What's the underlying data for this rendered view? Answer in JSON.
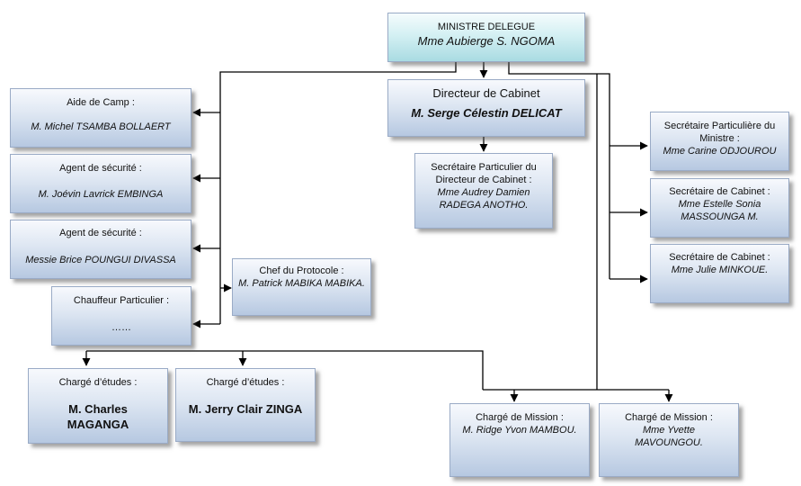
{
  "minister": {
    "title": "MINISTRE DELEGUE",
    "name": "Mme Aubierge S. NGOMA"
  },
  "directeur": {
    "title": "Directeur de Cabinet",
    "name": "M. Serge Célestin DELICAT"
  },
  "sec_dir": {
    "title": "Secrétaire Particulier du Directeur de Cabinet :",
    "name": "Mme Audrey Damien RADEGA ANOTHO."
  },
  "aide": {
    "title": "Aide de Camp :",
    "name": "M. Michel TSAMBA BOLLAERT"
  },
  "agent1": {
    "title": "Agent de sécurité :",
    "name": "M. Joévin Lavrick EMBINGA"
  },
  "agent2": {
    "title": "Agent de sécurité :",
    "name": "Messie Brice POUNGUI DIVASSA"
  },
  "chauffeur": {
    "title": "Chauffeur Particulier :",
    "name": "……"
  },
  "protocole": {
    "title": "Chef du Protocole :",
    "name": "M. Patrick MABIKA MABIKA."
  },
  "sec_min": {
    "title": "Secrétaire Particulière du Ministre :",
    "name": "Mme Carine ODJOUROU"
  },
  "sec_cab1": {
    "title": "Secrétaire de Cabinet :",
    "name": "Mme Estelle Sonia MASSOUNGA M."
  },
  "sec_cab2": {
    "title": "Secrétaire de Cabinet :",
    "name": "Mme Julie MINKOUE."
  },
  "etudes1": {
    "title": "Chargé d’études :",
    "name": "M. Charles MAGANGA"
  },
  "etudes2": {
    "title": "Chargé d’études :",
    "name": "M. Jerry Clair ZINGA"
  },
  "mission1": {
    "title": "Chargé de Mission :",
    "name": "M. Ridge Yvon MAMBOU."
  },
  "mission2": {
    "title": "Chargé de Mission :",
    "name": "Mme Yvette MAVOUNGOU."
  }
}
